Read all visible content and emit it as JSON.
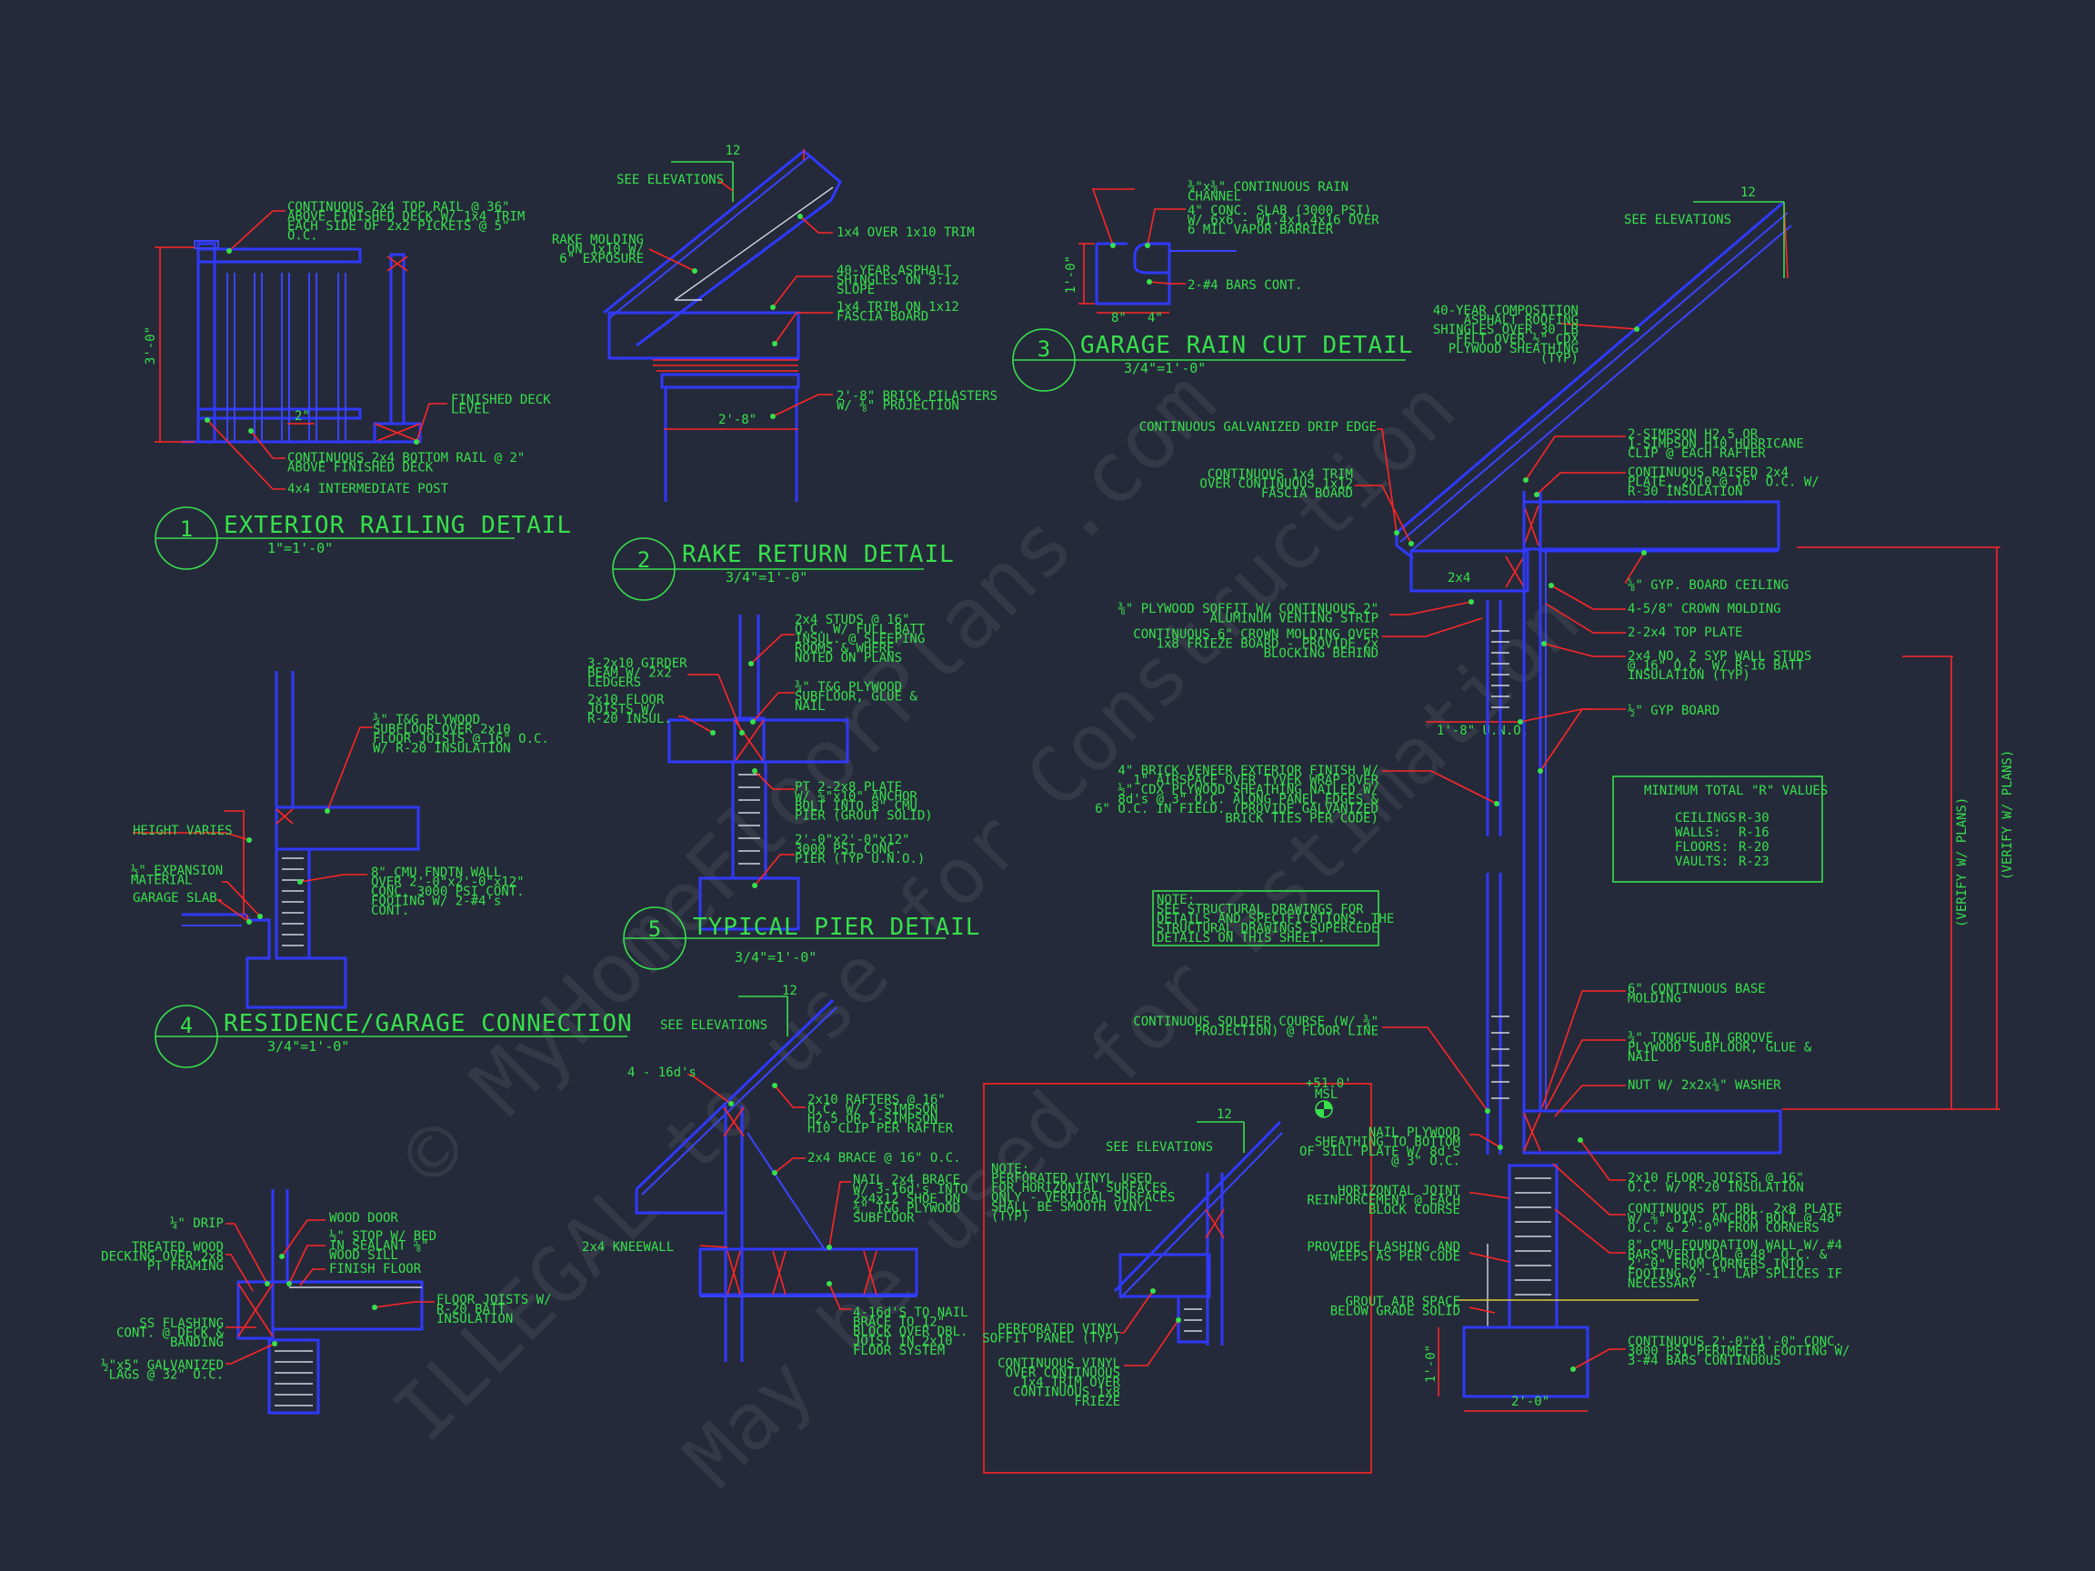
{
  "watermark": {
    "line1": "© MyHomeFloorPlans.com",
    "line2": "ILLEGAL to use for Construction",
    "line3": "May be used for Estimation"
  },
  "colors": {
    "background": "#252a3a",
    "annotation": "#37e04c",
    "object": "#2f39ff",
    "leader": "#ff2626"
  },
  "details": {
    "d1": {
      "number": "1",
      "title": "EXTERIOR RAILING DETAIL",
      "scale": "1\"=1'-0\"",
      "dim_height": "3'-0\"",
      "dim_gap": "2\"",
      "notes": [
        [
          "CONTINUOUS 2x4 TOP RAIL @ 36\"",
          "ABOVE FINISHED DECK W/ 1x4 TRIM",
          "EACH SIDE OF 2x2 PICKETS @ 5\"",
          "O.C."
        ],
        [
          "FINISHED DECK",
          "LEVEL"
        ],
        [
          "CONTINUOUS 2x4 BOTTOM RAIL @ 2\"",
          "ABOVE FINISHED DECK"
        ],
        [
          "4x4 INTERMEDIATE POST"
        ]
      ]
    },
    "d2": {
      "number": "2",
      "title": "RAKE RETURN DETAIL",
      "scale": "3/4\"=1'-0\"",
      "pitch": "12",
      "see": "SEE ELEVATIONS",
      "dim_width": "2'-8\"",
      "notes": [
        [
          "RAKE MOLDING",
          "ON 1x10 W/",
          "6\" EXPOSURE"
        ],
        [
          "1x4 OVER 1x10 TRIM"
        ],
        [
          "40-YEAR ASPHALT",
          "SHINGLES ON 3:12",
          "SLOPE"
        ],
        [
          "1x4 TRIM ON 1x12",
          "FASCIA BOARD"
        ],
        [
          "2'-8\" BRICK PILASTERS",
          "W/ ⅜\" PROJECTION"
        ]
      ]
    },
    "d3": {
      "number": "3",
      "title": "GARAGE RAIN CUT DETAIL",
      "scale": "3/4\"=1'-0\"",
      "dim_height": "1'-0\"",
      "dim_a": "8\"",
      "dim_b": "4\"",
      "notes": [
        [
          "¾\"x⅜\" CONTINUOUS RAIN",
          "CHANNEL"
        ],
        [
          "4\" CONC. SLAB (3000 PSI)",
          "W/ 6x6 - W1.4x1.4x16 OVER",
          "6 MIL VAPOR BARRIER"
        ],
        [
          "2-#4 BARS CONT."
        ]
      ]
    },
    "d4": {
      "number": "4",
      "title": "RESIDENCE/GARAGE CONNECTION",
      "scale": "3/4\"=1'-0\"",
      "notes": [
        [
          "¾\" T&G PLYWOOD",
          "SUBFLOOR OVER 2x10",
          "FLOOR JOISTS @ 16\" O.C.",
          "W/ R-20 INSULATION"
        ],
        [
          "HEIGHT VARIES"
        ],
        [
          "½\" EXPANSION",
          "MATERIAL"
        ],
        [
          "GARAGE SLAB"
        ],
        [
          "8\" CMU FNDTN WALL",
          "OVER 2'-0\"x2'-0\"x12\"",
          "CONC. 3000 PSI CONT.",
          "FOOTING W/ 2-#4's",
          "CONT."
        ]
      ]
    },
    "d5": {
      "number": "5",
      "title": "TYPICAL PIER DETAIL",
      "scale": "3/4\"=1'-0\"",
      "notes": [
        [
          "2x4 STUDS @ 16\"",
          "O.C. W/ FULL BATT",
          "INSUL. @ SLEEPING",
          "ROOMS & WHERE",
          "NOTED ON PLANS"
        ],
        [
          "3-2x10 GIRDER",
          "BEAM W/ 2x2",
          "LEDGERS"
        ],
        [
          "2x10 FLOOR",
          "JOISTS W/",
          "R-20 INSUL."
        ],
        [
          "¾\" T&G PLYWOOD",
          "SUBFLOOR, GLUE &",
          "NAIL"
        ],
        [
          "PT 2-2x8 PLATE",
          "W/ ⅝\"x10\" ANCHOR",
          "BOLT INTO 8\" CMU",
          "PIER (GROUT SOLID)"
        ],
        [
          "2'-0\"x2'-0\"x12\"",
          "3000 PSI CONC.",
          "PIER (TYP U.N.O.)"
        ]
      ]
    },
    "kneewall": {
      "pitch": "12",
      "see": "SEE ELEVATIONS",
      "notes": [
        [
          "4 - 16d's"
        ],
        [
          "2x10 RAFTERS @ 16\"",
          "O.C. W/ 2-SIMPSON",
          "H2.5 OR 1-SIMPSON",
          "H10 CLIP PER RAFTER"
        ],
        [
          "2x4 BRACE @ 16\" O.C."
        ],
        [
          "NAIL 2x4 BRACE",
          "W/ 3-16d's INTO",
          "2x4x12 SHOE ON",
          "¾\" T&G PLYWOOD",
          "SUBFLOOR"
        ],
        [
          "2x4 KNEEWALL"
        ],
        [
          "4-16d'S TO NAIL",
          "BRACE TO 12\"",
          "BLOCK OVER DBL.",
          "JOIST IN 2x10",
          "FLOOR SYSTEM"
        ]
      ]
    },
    "door": {
      "notes": [
        [
          "¼\" DRIP"
        ],
        [
          "WOOD DOOR"
        ],
        [
          "TREATED WOOD",
          "DECKING OVER 2x8",
          "PT FRAMING"
        ],
        [
          "½\" STOP W/ BED",
          "IN SEALANT ⅝\"",
          "WOOD SILL"
        ],
        [
          "FINISH FLOOR"
        ],
        [
          "SS FLASHING",
          "CONT. @ DECK &",
          "BANDING"
        ],
        [
          "FLOOR JOISTS W/",
          "R-20 BATT",
          "INSULATION"
        ],
        [
          "½\"x5\" GALVANIZED",
          "LAGS @ 32\" O.C."
        ]
      ]
    },
    "soffit": {
      "pitch": "12",
      "see": "SEE ELEVATIONS",
      "note": [
        "NOTE:",
        "PERFORATED VINYL USED",
        "FOR HORIZONTAL SURFACES",
        "ONLY - VERTICAL SURFACES",
        "SHALL BE SMOOTH VINYL",
        "(TYP)"
      ],
      "notes": [
        [
          "PERFORATED VINYL",
          "SOFFIT PANEL (TYP)"
        ],
        [
          "CONTINUOUS VINYL",
          "OVER CONTINUOUS",
          "1x4 TRIM OVER",
          "CONTINUOUS 1x8",
          "FRIEZE"
        ]
      ]
    },
    "wall": {
      "pitch": "12",
      "see": "SEE ELEVATIONS",
      "dim_overhang": "1'-8\" U.N.O.",
      "dim_block": "2x4",
      "dim_footing_w": "2'-0\"",
      "dim_footing_h": "1'-0\"",
      "msl": "+51.0'",
      "msl_label": "MSL",
      "verify1": "(VERIFY W/ PLANS)",
      "verify2": "(VERIFY W/ PLANS)",
      "left_notes": [
        [
          "CONTINUOUS GALVANIZED DRIP EDGE"
        ],
        [
          "CONTINUOUS 1x4 TRIM",
          "OVER CONTINUOUS 1x12",
          "FASCIA BOARD"
        ],
        [
          "⅜\" PLYWOOD SOFFIT W/ CONTINUOUS 2\"",
          "ALUMINUM VENTING STRIP"
        ],
        [
          "CONTINUOUS 6\" CROWN MOLDING OVER",
          "1x8 FRIEZE BOARD - PROVIDE 2x",
          "BLOCKING BEHIND"
        ],
        [
          "4\" BRICK VENEER EXTERIOR FINISH W/",
          "1\" AIRSPACE OVER TYVEK WRAP OVER",
          "½\" CDX PLYWOOD SHEATHING NAILED W/",
          "8d's @ 3\" O.C. ALONG PANEL EDGES &",
          "6\" O.C. IN FIELD. (PROVIDE GALVANIZED",
          "BRICK TIES PER CODE)"
        ],
        [
          "CONTINUOUS SOLDIER COURSE (W/ ¾\"",
          "PROJECTION) @ FLOOR LINE"
        ],
        [
          "NAIL PLYWOOD",
          "SHEATHING TO BOTTOM",
          "OF SILL PLATE W/ 8d'S",
          "@ 3\" O.C."
        ],
        [
          "HORIZONTAL JOINT",
          "REINFORCEMENT @ EACH",
          "BLOCK COURSE"
        ],
        [
          "PROVIDE FLASHING AND",
          "WEEPS AS PER CODE"
        ],
        [
          "GROUT AIR SPACE",
          "BELOW GRADE SOLID"
        ]
      ],
      "right_notes": [
        [
          "40-YEAR COMPOSITION",
          "ASPHALT ROOFING",
          "SHINGLES OVER 30 LB",
          "FELT OVER ½\" CDX",
          "PLYWOOD SHEATHING",
          "(TYP)"
        ],
        [
          "2-SIMPSON H2.5 OR",
          "1-SIMPSON H10 HURRICANE",
          "CLIP @ EACH RAFTER"
        ],
        [
          "CONTINUOUS RAISED 2x4",
          "PLATE, 2x10 @ 16\" O.C. W/",
          "R-30 INSULATION"
        ],
        [
          "⅝\" GYP. BOARD CEILING"
        ],
        [
          "4-5/8\" CROWN MOLDING"
        ],
        [
          "2-2x4 TOP PLATE"
        ],
        [
          "2x4 NO. 2 SYP WALL STUDS",
          "@ 16\" O.C. W/ R-16 BATT",
          "INSULATION (TYP)"
        ],
        [
          "½\" GYP BOARD"
        ],
        [
          "6\" CONTINUOUS BASE",
          "MOLDING"
        ],
        [
          "¾\" TONGUE IN GROOVE",
          "PLYWOOD SUBFLOOR, GLUE &",
          "NAIL"
        ],
        [
          "NUT W/ 2x2x⅜\" WASHER"
        ],
        [
          "2x10 FLOOR JOISTS @ 16\"",
          "O.C. W/ R-20 INSULATION"
        ],
        [
          "CONTINUOUS PT DBL. 2x8 PLATE",
          "W/ ⅝\" DIA. ANCHOR BOLT @ 48\"",
          "O.C. & 2'-0\" FROM CORNERS"
        ],
        [
          "8\" CMU FOUNDATION WALL W/ #4",
          "BARS VERTICAL @ 48\" O.C. &",
          "2'-0\" FROM CORNERS INTO",
          "FOOTING 2'-1\" LAP SPLICES IF",
          "NECESSARY"
        ],
        [
          "CONTINUOUS 2'-0\"x1'-0\" CONC.",
          "3000 PSI PERIMETER FOOTING W/",
          "3-#4 BARS CONTINUOUS"
        ]
      ],
      "struct_note": [
        "NOTE:",
        "SEE STRUCTURAL DRAWINGS FOR",
        "DETAILS AND SPECIFICATIONS. THE",
        "STRUCTURAL DRAWINGS SUPERCEDE",
        "DETAILS ON THIS SHEET."
      ],
      "rvalues": {
        "heading": "MINIMUM TOTAL \"R\" VALUES",
        "rows": [
          [
            "CEILINGS:",
            "R-30"
          ],
          [
            "WALLS:",
            "R-16"
          ],
          [
            "FLOORS:",
            "R-20"
          ],
          [
            "VAULTS:",
            "R-23"
          ]
        ]
      }
    }
  }
}
